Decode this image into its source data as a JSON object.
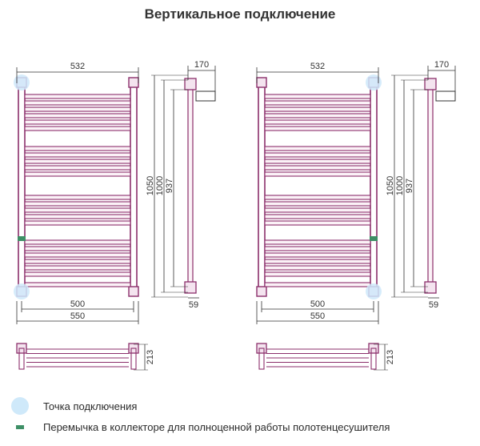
{
  "title": "Вертикальное подключение",
  "diagrams": [
    {
      "variant": "left",
      "width_top": "532",
      "depth": "170",
      "height_total": "1050",
      "height_axis": "1000",
      "height_inner": "937",
      "offset_bottom": "59",
      "width_axis": "500",
      "width_total": "550",
      "depth_plan": "213"
    },
    {
      "variant": "right",
      "width_top": "532",
      "depth": "170",
      "height_total": "1050",
      "height_axis": "1000",
      "height_inner": "937",
      "offset_bottom": "59",
      "width_axis": "500",
      "width_total": "550",
      "depth_plan": "213"
    }
  ],
  "legend": {
    "connection_point": "Точка подключения",
    "jumper": "Перемычка в коллекторе для полноценной работы полотенцесушителя"
  },
  "colors": {
    "frame": "#8b2f6b",
    "connection_point": "#cfe9fa",
    "jumper": "#3e8f66",
    "dimension_line": "#333333"
  }
}
